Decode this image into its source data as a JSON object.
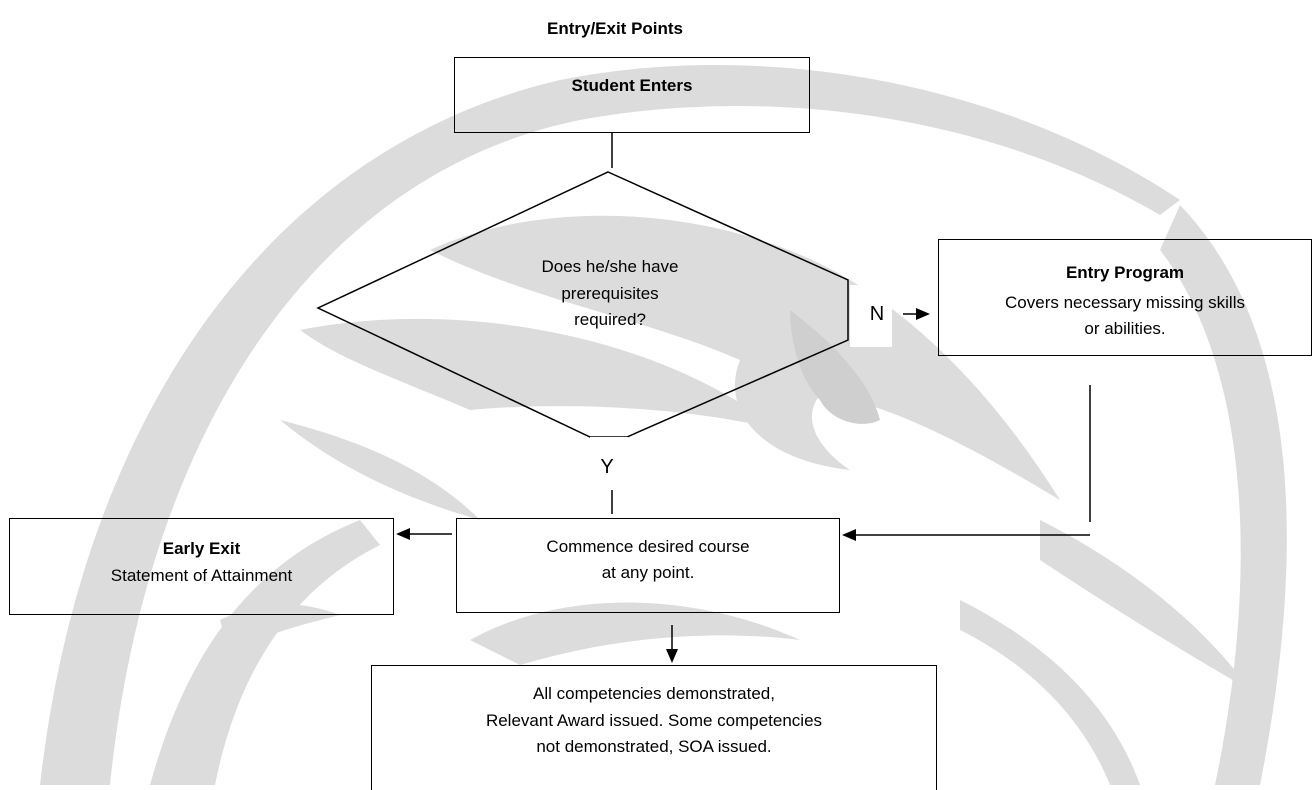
{
  "title": "Entry/Exit Points",
  "nodes": {
    "start": {
      "label": "Student Enters"
    },
    "decision": {
      "line1": "Does he/she have",
      "line2": "prerequisites",
      "line3": "required?"
    },
    "entry_program": {
      "title": "Entry Program",
      "line1": "Covers necessary missing skills",
      "line2": "or abilities."
    },
    "commence": {
      "line1": "Commence desired course",
      "line2": "at any point."
    },
    "early_exit": {
      "title": "Early Exit",
      "line1": "Statement of Attainment"
    },
    "outcome": {
      "line1": "All competencies demonstrated,",
      "line2": "Relevant Award issued.  Some competencies",
      "line3": "not demonstrated, SOA issued."
    }
  },
  "edge_labels": {
    "no": "N",
    "yes": "Y"
  },
  "colors": {
    "line": "#000000",
    "watermark": "#d9d9d9"
  }
}
